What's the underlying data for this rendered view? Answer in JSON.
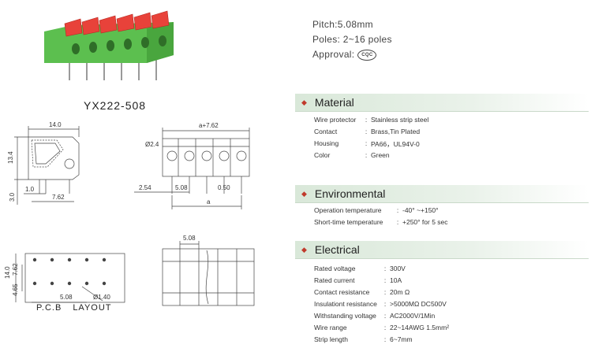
{
  "product": {
    "code": "YX222-508"
  },
  "specs_top": {
    "pitch": "Pitch:5.08mm",
    "poles": "Poles: 2~16 poles",
    "approval": "Approval:",
    "approval_mark": "CQC"
  },
  "sections": {
    "material": {
      "title": "Material",
      "rows": [
        {
          "key": "Wire  protector",
          "value": "Stainless strip steel"
        },
        {
          "key": "Contact",
          "value": "Brass,Tin Plated"
        },
        {
          "key": "Housing",
          "value": "PA66，UL94V-0"
        },
        {
          "key": "Color",
          "value": "Green"
        }
      ]
    },
    "environmental": {
      "title": "Environmental",
      "rows": [
        {
          "key": "Operation  temperature",
          "value": "-40°  ~+150°"
        },
        {
          "key": "Short-time  temperature",
          "value": "+250°  for 5 sec"
        }
      ]
    },
    "electrical": {
      "title": "Electrical",
      "rows": [
        {
          "key": "Rated  voltage",
          "value": "300V"
        },
        {
          "key": "Rated  current",
          "value": "10A"
        },
        {
          "key": "Contact    resistance",
          "value": "20m Ω"
        },
        {
          "key": "Insulationt  resistance",
          "value": ">5000MΩ  DC500V"
        },
        {
          "key": "Withstanding  voltage",
          "value": "AC2000V/1Min"
        },
        {
          "key": "Wire  range",
          "value": "22~14AWG 1.5mm²"
        },
        {
          "key": "Strip  length",
          "value": "6~7mm"
        }
      ]
    }
  },
  "drawing": {
    "side_width": "14.0",
    "side_height": "13.4",
    "side_left": "1.0",
    "side_pin_offset": "7.62",
    "side_pin_len": "3.0",
    "front_width": "a+7.62",
    "front_hole": "Ø2.4",
    "front_left": "2.54",
    "front_pitch": "5.08",
    "front_pin": "0.50",
    "front_a": "a",
    "pcb_h": "14.0",
    "pcb_h2": "7.62",
    "pcb_h3": "4.65",
    "pcb_pitch": "5.08",
    "pcb_hole": "Ø1.40",
    "top_pitch": "5.08",
    "pcb_label": "P.C.B",
    "layout_label": "LAYOUT"
  },
  "colors": {
    "housing_green": "#5cbf4f",
    "lever_red": "#e8423a",
    "section_bullet": "#c0392b"
  }
}
